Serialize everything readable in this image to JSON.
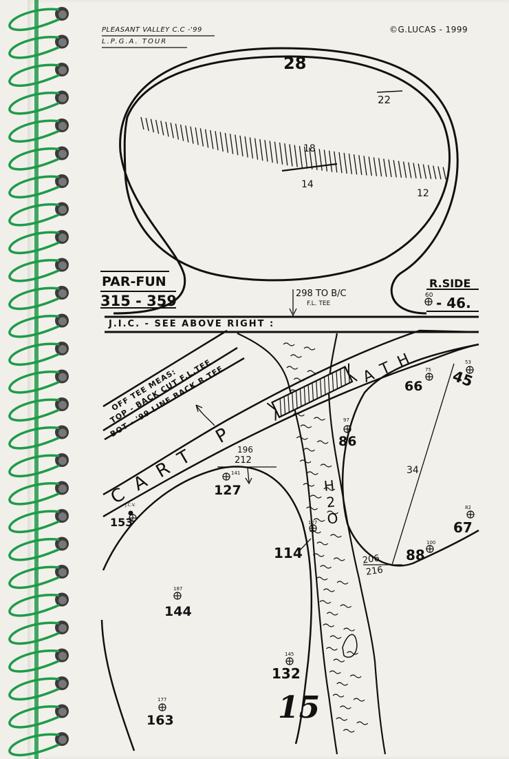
{
  "header": {
    "course": "PLEASANT VALLEY C.C -'99",
    "tour": "L.P.G.A. TOUR",
    "copyright": "©G.LUCAS - 1999"
  },
  "hole": {
    "number": "15"
  },
  "par_info": {
    "label": "PAR-FUN",
    "range": "315 - 359"
  },
  "r_side": {
    "label": "R.SIDE",
    "small": "60",
    "value": "- 46."
  },
  "tee_note": {
    "line1": "298 TO B/C",
    "line2": "F.L. TEE"
  },
  "jic": "J.I.C. - SEE ABOVE RIGHT :",
  "off_tee": {
    "line1": "OFF TEE MEAS:",
    "line2": "TOP - BACK CUT F.L.TEE",
    "line3": "BOT - '99 LINE BACK R.TEE"
  },
  "green": {
    "depth": "28",
    "right_edge": "22",
    "middle": "18",
    "front": "14",
    "right_front": "12"
  },
  "cart_path": {
    "left": "CART P",
    "right": "ATH"
  },
  "creek": {
    "label": "H 2 O"
  },
  "distances": {
    "d196": "196",
    "d212": "212",
    "d127_top_small": "141",
    "d127_top": "127",
    "jcv_small": "J.C.V.",
    "d153": "153",
    "d127_small": "127",
    "d114": "114",
    "d187_small": "187",
    "d144": "144",
    "d145_small": "145",
    "d132": "132",
    "d177_small": "177",
    "d163": "163",
    "d97_small": "97",
    "d86": "86",
    "d75_small": "75",
    "d66": "66",
    "d53_small": "53",
    "d45": "45",
    "d34": "34",
    "d82_small": "82",
    "d67": "67",
    "d100_small": "100",
    "d88": "88",
    "d206": "206",
    "d216": "216"
  },
  "colors": {
    "binding": "#1e9b4a",
    "ink": "#111111",
    "paper": "#f2f0ea"
  }
}
